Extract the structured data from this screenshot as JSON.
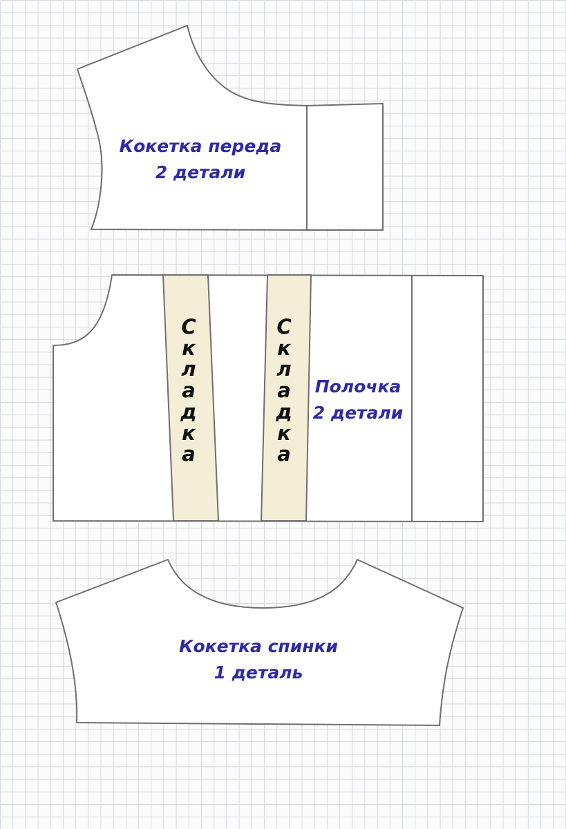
{
  "labels": {
    "front_yoke": {
      "line1": "Кокетка переда",
      "line2": "2 детали"
    },
    "front_panel": {
      "line1": "Полочка",
      "line2": "2 детали"
    },
    "back_yoke": {
      "line1": "Кокетка спинки",
      "line2": "1 деталь"
    },
    "fold_left": [
      "С",
      "к",
      "л",
      "а",
      "д",
      "к",
      "а"
    ],
    "fold_right": [
      "С",
      "к",
      "л",
      "а",
      "д",
      "к",
      "а"
    ]
  },
  "colors": {
    "grid": "#d6d9de",
    "paper": "#fbfbfb",
    "outline": "#6f6f6f",
    "fold_fill": "#f5eed6",
    "label_text": "#2f2aa6",
    "fold_text": "#111111"
  }
}
